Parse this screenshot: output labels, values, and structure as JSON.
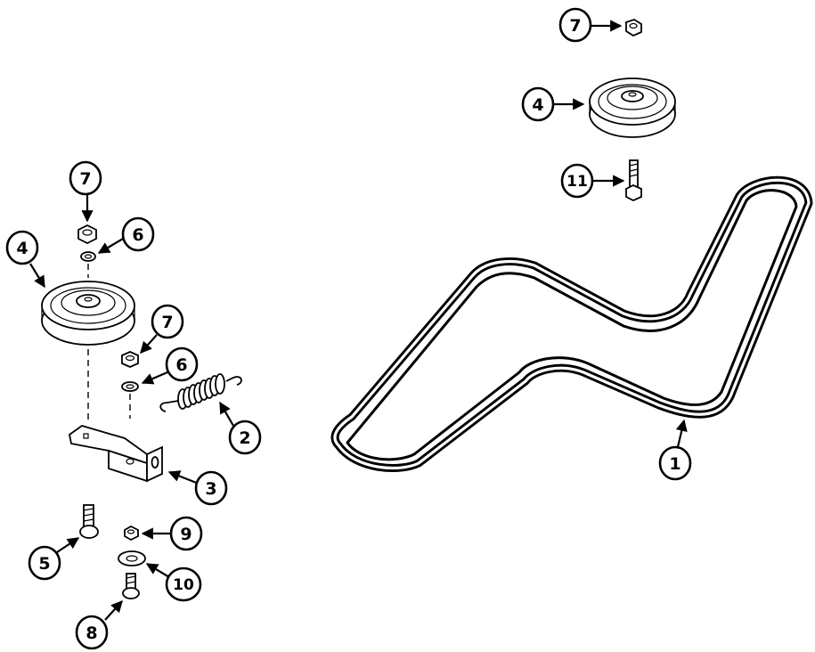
{
  "colors": {
    "background": "#ffffff",
    "ink": "#000000"
  },
  "callouts": {
    "c1": "1",
    "c2": "2",
    "c3": "3",
    "c4_left": "4",
    "c4_right": "4",
    "c5": "5",
    "c6_upper": "6",
    "c6_lower": "6",
    "c7_upper_left": "7",
    "c7_lower_left": "7",
    "c7_right": "7",
    "c8": "8",
    "c9": "9",
    "c10": "10",
    "c11": "11"
  },
  "parts": {
    "belt": "belt",
    "spring": "spring",
    "bracket": "bracket",
    "idler_pulley_left": "idler-pulley",
    "idler_pulley_right": "idler-pulley",
    "carriage_bolt_5": "carriage-bolt",
    "carriage_bolt_8": "carriage-bolt",
    "hex_bolt_11": "hex-bolt",
    "lock_washer_upper": "lock-washer",
    "lock_washer_lower": "lock-washer",
    "nut_upper_left": "hex-nut",
    "nut_lower_left": "hex-nut",
    "nut_right": "hex-nut",
    "nut_9": "hex-nut",
    "flat_washer_10": "flat-washer"
  }
}
